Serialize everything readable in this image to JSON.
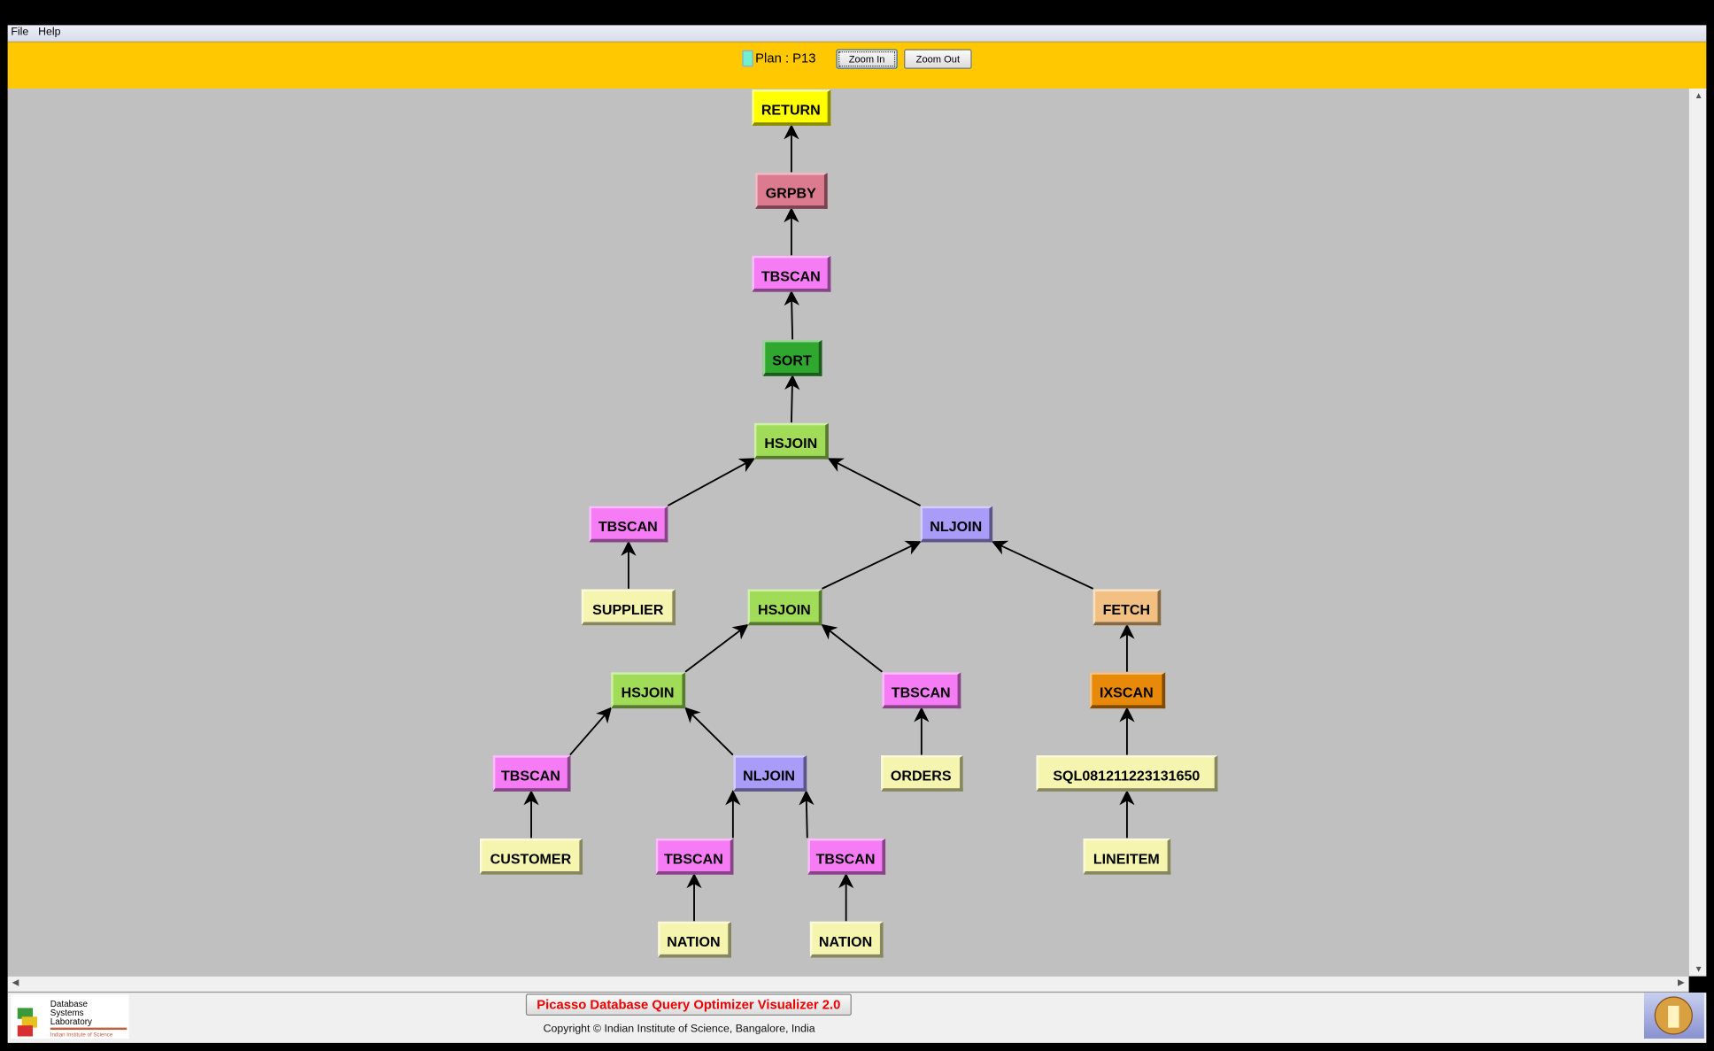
{
  "menu": {
    "items": [
      "File",
      "Help"
    ]
  },
  "toolbar": {
    "plan_label": "Plan : P13",
    "zoom_in": "Zoom In",
    "zoom_out": "Zoom Out",
    "plan_color": "#70f0d0"
  },
  "colors": {
    "RETURN": "#ffff00",
    "GRPBY": "#dc7b8f",
    "TBSCAN": "#f57cf5",
    "SORT": "#30a830",
    "HSJOIN": "#a0dc58",
    "NLJOIN": "#a89cf8",
    "FETCH": "#f2c082",
    "IXSCAN": "#e8890a",
    "TABLE": "#f5f5b0"
  },
  "plan_tree": {
    "nodes": [
      {
        "label": "RETURN",
        "type": "RETURN",
        "parent": null
      },
      {
        "label": "GRPBY",
        "type": "GRPBY",
        "parent": 0
      },
      {
        "label": "TBSCAN",
        "type": "TBSCAN",
        "parent": 1
      },
      {
        "label": "SORT",
        "type": "SORT",
        "parent": 2
      },
      {
        "label": "HSJOIN",
        "type": "HSJOIN",
        "parent": 3
      },
      {
        "label": "TBSCAN",
        "type": "TBSCAN",
        "parent": 4
      },
      {
        "label": "NLJOIN",
        "type": "NLJOIN",
        "parent": 4
      },
      {
        "label": "SUPPLIER",
        "type": "TABLE",
        "parent": 5
      },
      {
        "label": "HSJOIN",
        "type": "HSJOIN",
        "parent": 6
      },
      {
        "label": "FETCH",
        "type": "FETCH",
        "parent": 6
      },
      {
        "label": "HSJOIN",
        "type": "HSJOIN",
        "parent": 8
      },
      {
        "label": "TBSCAN",
        "type": "TBSCAN",
        "parent": 8
      },
      {
        "label": "IXSCAN",
        "type": "IXSCAN",
        "parent": 9
      },
      {
        "label": "TBSCAN",
        "type": "TBSCAN",
        "parent": 10
      },
      {
        "label": "NLJOIN",
        "type": "NLJOIN",
        "parent": 10
      },
      {
        "label": "ORDERS",
        "type": "TABLE",
        "parent": 11
      },
      {
        "label": "SQL081211223131650",
        "type": "TABLE",
        "parent": 12
      },
      {
        "label": "CUSTOMER",
        "type": "TABLE",
        "parent": 13
      },
      {
        "label": "TBSCAN",
        "type": "TBSCAN",
        "parent": 14
      },
      {
        "label": "TBSCAN",
        "type": "TBSCAN",
        "parent": 14
      },
      {
        "label": "LINEITEM",
        "type": "TABLE",
        "parent": 16
      },
      {
        "label": "NATION",
        "type": "TABLE",
        "parent": 18
      },
      {
        "label": "NATION",
        "type": "TABLE",
        "parent": 19
      }
    ]
  },
  "footer": {
    "title": "Picasso Database Query Optimizer Visualizer 2.0",
    "copyright": "Copyright © Indian Institute of Science, Bangalore, India",
    "logo_text": "Database Systems Laboratory Indian Institute of Science"
  }
}
